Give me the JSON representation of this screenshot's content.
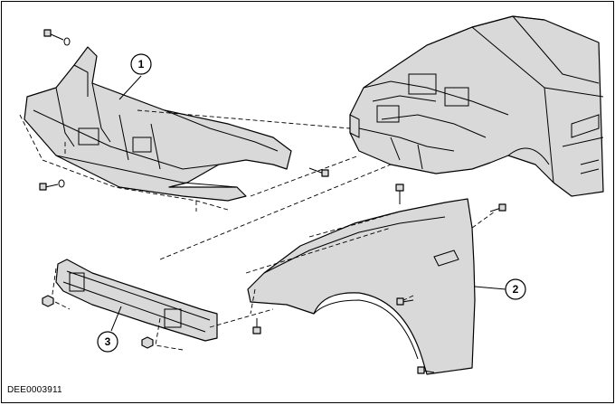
{
  "callouts": [
    {
      "number": "1",
      "part": "front-end-carrier"
    },
    {
      "number": "2",
      "part": "front-fender"
    },
    {
      "number": "3",
      "part": "front-bumper-reinforcement"
    }
  ],
  "reference_code": "DEE0003911",
  "colors": {
    "line": "#000000",
    "shading": "#d9d9d9",
    "background": "#ffffff"
  },
  "icons": [
    "bolt-icon",
    "washer-icon",
    "nut-icon"
  ]
}
